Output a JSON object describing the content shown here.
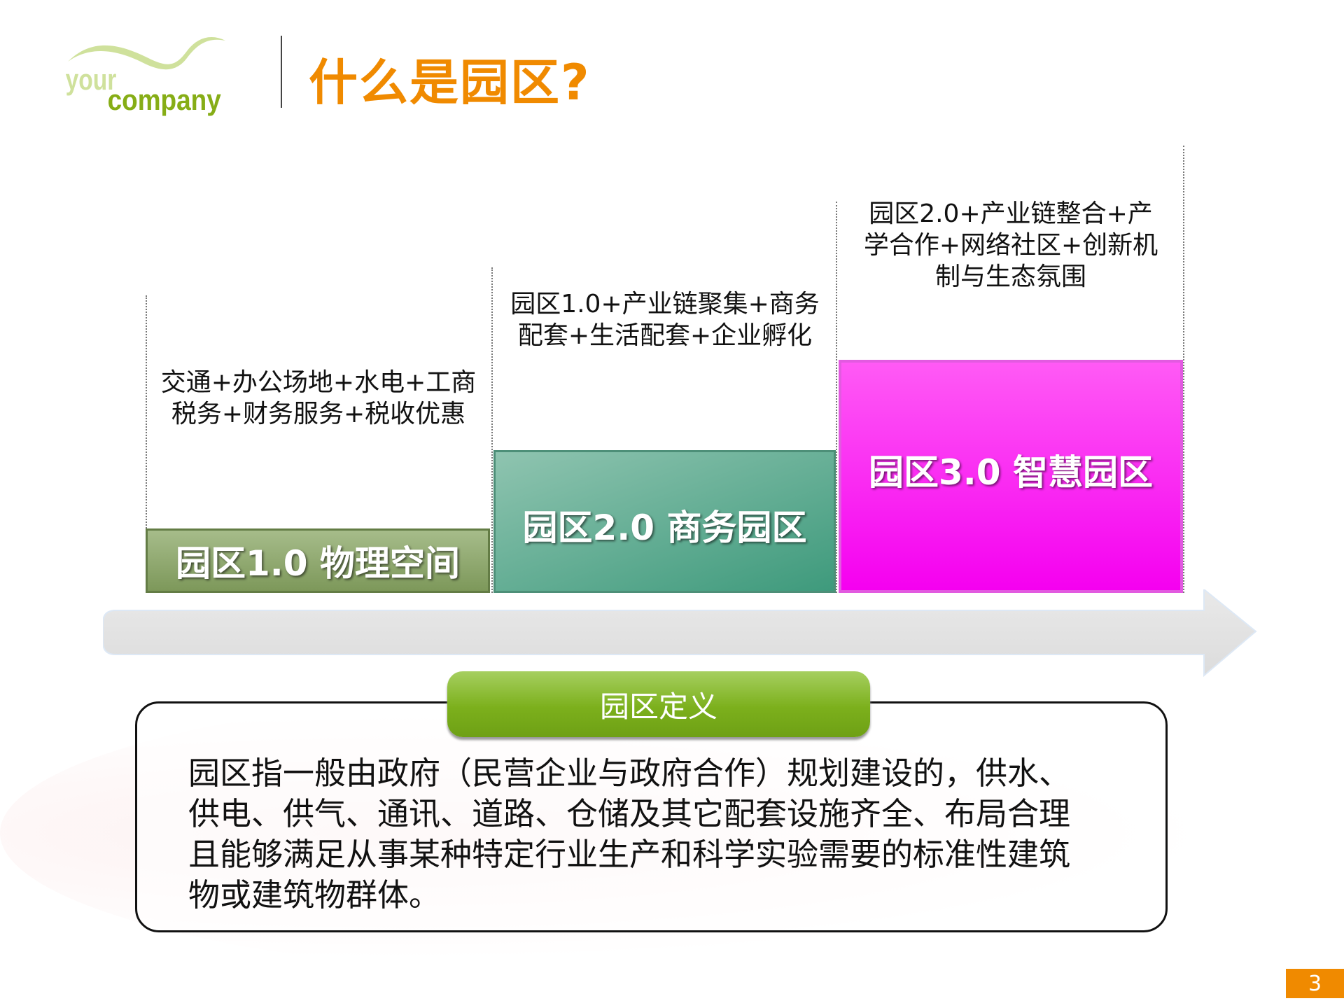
{
  "logo": {
    "line1": "your",
    "line2": "company"
  },
  "title": "什么是园区?",
  "stages": [
    {
      "label": "园区1.0 物理空间",
      "description": [
        "交通+办公场地+水电+工商",
        "税务+财务服务+税收优惠"
      ],
      "color": "#8aa46a"
    },
    {
      "label": "园区2.0 商务园区",
      "description": [
        "园区1.0+产业链聚集+商务",
        "配套+生活配套+企业孵化"
      ],
      "color": "#5aac8e"
    },
    {
      "label": "园区3.0 智慧园区",
      "description": [
        "园区2.0+产业链整合+产",
        "学合作+网络社区+创新机",
        "制与生态氛围"
      ],
      "color": "#f820f2"
    }
  ],
  "definition": {
    "heading": "园区定义",
    "lines": [
      "园区指一般由政府（民营企业与政府合作）规划建设的，供水、",
      "供电、供气、通讯、道路、仓储及其它配套设施齐全、布局合理",
      "且能够满足从事某种特定行业生产和科学实验需要的标准性建筑",
      "物或建筑物群体。"
    ]
  },
  "page_number": "3",
  "colors": {
    "accent": "#f08a00",
    "button_green": "#7cb01c"
  }
}
